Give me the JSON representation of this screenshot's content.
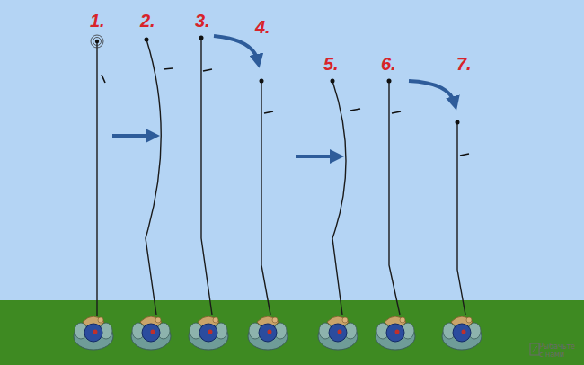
{
  "diagram": {
    "labels": [
      "1.",
      "2.",
      "3.",
      "4.",
      "5.",
      "6.",
      "7.",
      "Рыбачьте с нами"
    ]
  }
}
